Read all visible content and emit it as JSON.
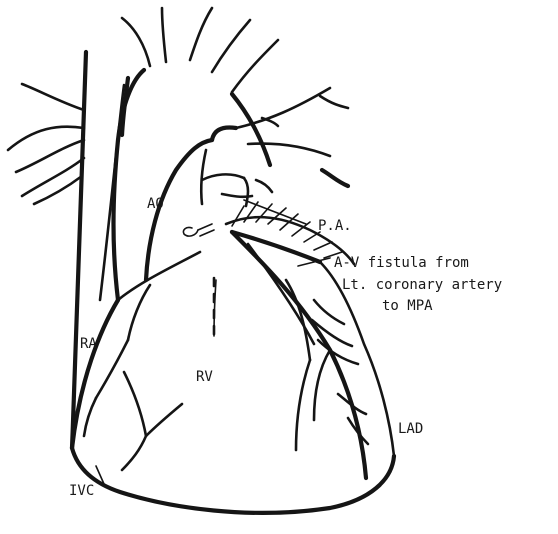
{
  "labels": {
    "ao": "AO",
    "pa": "P.A.",
    "av_fistula_line1": "A-V fistula from",
    "av_fistula_line2": "Lt. coronary artery",
    "av_fistula_line3": "to MPA",
    "ra": "RA",
    "rv": "RV",
    "lad": "LAD",
    "ivc": "IVC"
  },
  "colors": {
    "ink": "#151515",
    "background": "#ffffff"
  }
}
